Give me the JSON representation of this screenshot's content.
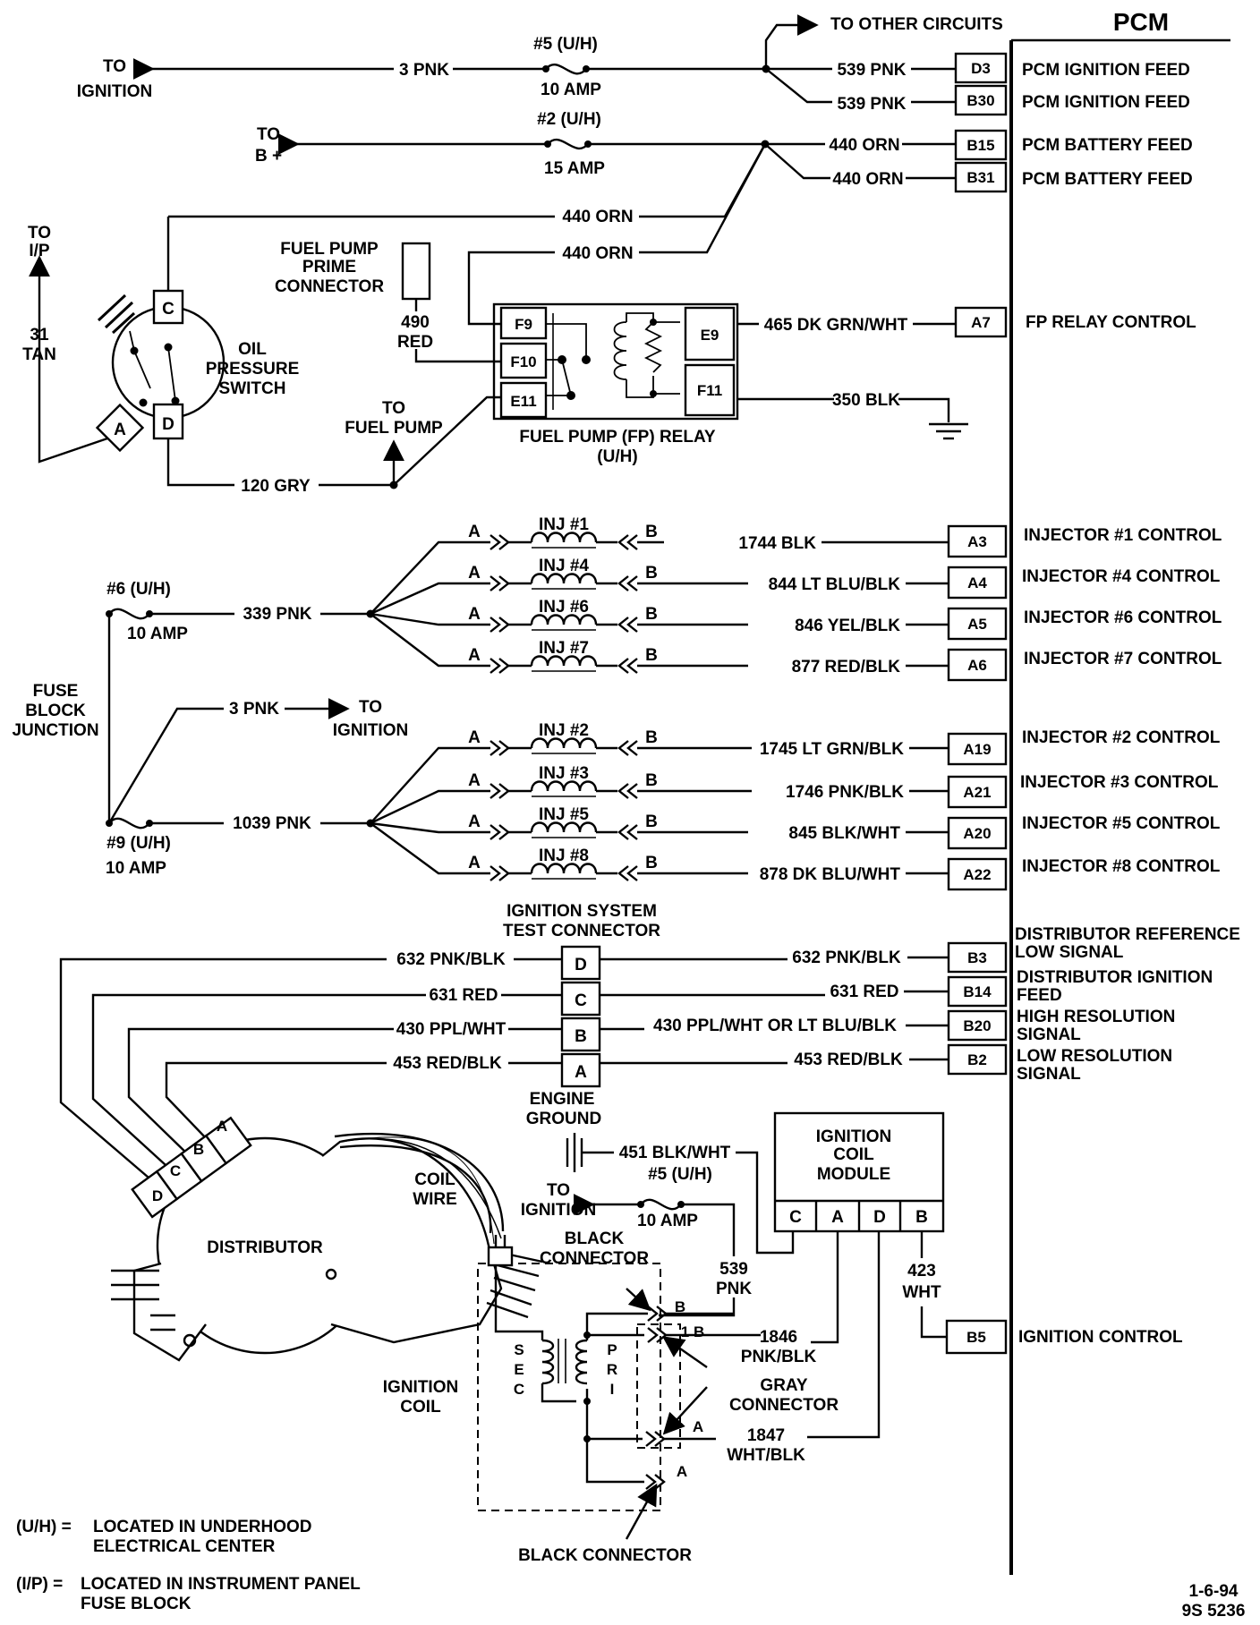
{
  "pcm": {
    "title": "PCM",
    "pins": {
      "d3": "D3",
      "b30": "B30",
      "b15": "B15",
      "b31": "B31",
      "a7": "A7",
      "a3": "A3",
      "a4": "A4",
      "a5": "A5",
      "a6": "A6",
      "a19": "A19",
      "a21": "A21",
      "a20": "A20",
      "a22": "A22",
      "b3": "B3",
      "b14": "B14",
      "b20": "B20",
      "b2": "B2",
      "b5": "B5"
    },
    "labels": {
      "d3": "PCM IGNITION FEED",
      "b30": "PCM IGNITION FEED",
      "b15": "PCM BATTERY FEED",
      "b31": "PCM BATTERY FEED",
      "a7": "FP RELAY CONTROL",
      "a3": "INJECTOR  #1 CONTROL",
      "a4": "INJECTOR  #4 CONTROL",
      "a5": "INJECTOR  #6 CONTROL",
      "a6": "INJECTOR  #7 CONTROL",
      "a19": "INJECTOR  #2 CONTROL",
      "a21": "INJECTOR  #3 CONTROL",
      "a20": "INJECTOR  #5 CONTROL",
      "a22": "INJECTOR  #8 CONTROL",
      "b3_1": "DISTRIBUTOR  REFERENCE",
      "b3_2": "LOW SIGNAL",
      "b14_1": "DISTRIBUTOR IGNITION",
      "b14_2": "FEED",
      "b20_1": "HIGH RESOLUTION",
      "b20_2": "SIGNAL",
      "b2_1": "LOW RESOLUTION",
      "b2_2": "SIGNAL",
      "b5": "IGNITION CONTROL"
    }
  },
  "top": {
    "to_other_circuits": "TO OTHER CIRCUITS",
    "to_ignition_1": "TO",
    "to_ignition_2": "IGNITION",
    "wire_3pnk": "3 PNK",
    "fuse5": "#5 (U/H)",
    "fuse5_amp": "10 AMP",
    "w539a": "539 PNK",
    "w539b": "539 PNK",
    "to_b_1": "TO",
    "to_b_2": "B +",
    "fuse2": "#2 (U/H)",
    "fuse2_amp": "15 AMP",
    "w440a": "440 ORN",
    "w440b": "440 ORN",
    "w440c": "440 ORN",
    "w440d": "440 ORN"
  },
  "fuel": {
    "prime_1": "FUEL PUMP",
    "prime_2": "PRIME",
    "prime_3": "CONNECTOR",
    "w490_1": "490",
    "w490_2": "RED",
    "relay_pins": {
      "f9": "F9",
      "f10": "F10",
      "e11": "E11",
      "e9": "E9",
      "f11": "F11"
    },
    "relay_label_1": "FUEL PUMP (FP) RELAY",
    "relay_label_2": "(U/H)",
    "w465": "465 DK GRN/WHT",
    "w350": "350 BLK",
    "to_fuel_pump_1": "TO",
    "to_fuel_pump_2": "FUEL PUMP",
    "w120": "120 GRY"
  },
  "oil": {
    "to_ip_1": "TO",
    "to_ip_2": "I/P",
    "w31_1": "31",
    "w31_2": "TAN",
    "label_1": "OIL",
    "label_2": "PRESSURE",
    "label_3": "SWITCH",
    "pin_c": "C",
    "pin_a": "A",
    "pin_d": "D"
  },
  "injectors": {
    "fuse6": "#6 (U/H)",
    "fuse6_amp": "10 AMP",
    "w339": "339 PNK",
    "fuse9": "#9 (U/H)",
    "fuse9_amp": "10 AMP",
    "w1039": "1039 PNK",
    "fbj_1": "FUSE",
    "fbj_2": "BLOCK",
    "fbj_3": "JUNCTION",
    "w3pnk": "3 PNK",
    "to_ign_1": "TO",
    "to_ign_2": "IGNITION",
    "pin_a": "A",
    "pin_b": "B",
    "list": [
      {
        "name": "INJ #1",
        "wire": "1744 BLK"
      },
      {
        "name": "INJ #4",
        "wire": "844 LT BLU/BLK"
      },
      {
        "name": "INJ #6",
        "wire": "846 YEL/BLK"
      },
      {
        "name": "INJ #7",
        "wire": "877 RED/BLK"
      },
      {
        "name": "INJ #2",
        "wire": "1745 LT GRN/BLK"
      },
      {
        "name": "INJ #3",
        "wire": "1746 PNK/BLK"
      },
      {
        "name": "INJ #5",
        "wire": "845 BLK/WHT"
      },
      {
        "name": "INJ #8",
        "wire": "878 DK BLU/WHT"
      }
    ]
  },
  "ignition": {
    "test_conn_1": "IGNITION SYSTEM",
    "test_conn_2": "TEST CONNECTOR",
    "pins": {
      "d": "D",
      "c": "C",
      "b": "B",
      "a": "A"
    },
    "left_wires": {
      "w632": "632 PNK/BLK",
      "w631": "631 RED",
      "w430": "430 PPL/WHT",
      "w453": "453 RED/BLK"
    },
    "right_wires": {
      "w632": "632 PNK/BLK",
      "w631": "631 RED",
      "w430": "430 PPL/WHT OR LT BLU/BLK",
      "w453": "453 RED/BLK"
    },
    "eng_ground_1": "ENGINE",
    "eng_ground_2": "GROUND",
    "w451": "451 BLK/WHT",
    "module_1": "IGNITION",
    "module_2": "COIL",
    "module_3": "MODULE",
    "module_pins": {
      "c": "C",
      "a": "A",
      "d": "D",
      "b": "B"
    },
    "to_ign_1": "TO",
    "to_ign_2": "IGNITION",
    "fuse5": "#5 (U/H)",
    "fuse5_amp": "10 AMP",
    "w539_1": "539",
    "w539_2": "PNK",
    "w423_1": "423",
    "w423_2": "WHT",
    "coil_wire_1": "COIL",
    "coil_wire_2": "WIRE",
    "distributor": "DISTRIBUTOR",
    "dist_pins": {
      "a": "A",
      "b": "B",
      "c": "C",
      "d": "D"
    },
    "black_conn_1": "BLACK",
    "black_conn_2": "CONNECTOR",
    "black_conn_bottom": "BLACK CONNECTOR",
    "gray_conn_1": "GRAY",
    "gray_conn_2": "CONNECTOR",
    "w1846_1": "1846",
    "w1846_2": "PNK/BLK",
    "w1847_1": "1847",
    "w1847_2": "WHT/BLK",
    "coil_1": "IGNITION",
    "coil_2": "COIL",
    "sec": [
      "S",
      "E",
      "C"
    ],
    "pri": [
      "P",
      "R",
      "I"
    ],
    "conn_b": "B",
    "conn_1b": "1 B",
    "conn_a1": "A",
    "conn_a2": "A"
  },
  "legend": {
    "uh_key": "(U/H) =",
    "uh_1": "LOCATED IN UNDERHOOD",
    "uh_2": "ELECTRICAL CENTER",
    "ip_key": "(I/P) =",
    "ip_1": "LOCATED IN INSTRUMENT PANEL",
    "ip_2": "FUSE BLOCK"
  },
  "footer": {
    "date": "1-6-94",
    "code": "9S 5236"
  }
}
